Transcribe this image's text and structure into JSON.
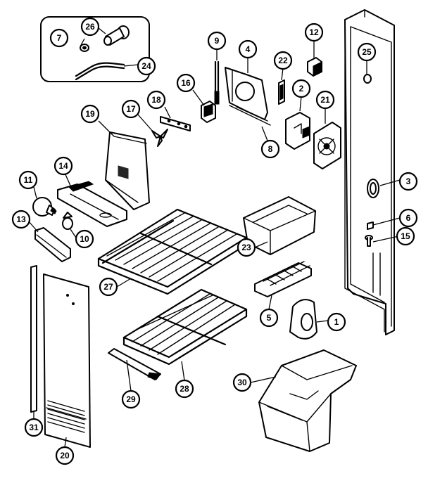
{
  "callouts": [
    {
      "id": "c1",
      "label": "1"
    },
    {
      "id": "c2",
      "label": "2"
    },
    {
      "id": "c3",
      "label": "3"
    },
    {
      "id": "c4",
      "label": "4"
    },
    {
      "id": "c6",
      "label": "6"
    },
    {
      "id": "c7",
      "label": "7"
    },
    {
      "id": "c8",
      "label": "8"
    },
    {
      "id": "c9",
      "label": "9"
    },
    {
      "id": "c10",
      "label": "10"
    },
    {
      "id": "c11",
      "label": "11"
    },
    {
      "id": "c12",
      "label": "12"
    },
    {
      "id": "c13",
      "label": "13"
    },
    {
      "id": "c14",
      "label": "14"
    },
    {
      "id": "c15",
      "label": "15"
    },
    {
      "id": "c16",
      "label": "16"
    },
    {
      "id": "c17",
      "label": "17"
    },
    {
      "id": "c18",
      "label": "18"
    },
    {
      "id": "c19",
      "label": "19"
    },
    {
      "id": "c20",
      "label": "20"
    },
    {
      "id": "c21",
      "label": "21"
    },
    {
      "id": "c22",
      "label": "22"
    },
    {
      "id": "c23",
      "label": "23"
    },
    {
      "id": "c24",
      "label": "24"
    },
    {
      "id": "c25",
      "label": "25"
    },
    {
      "id": "c26",
      "label": "26"
    },
    {
      "id": "c27",
      "label": "27"
    },
    {
      "id": "c28",
      "label": "28"
    },
    {
      "id": "c29",
      "label": "29"
    },
    {
      "id": "c30",
      "label": "30"
    },
    {
      "id": "c31",
      "label": "31"
    },
    {
      "id": "c5",
      "label": "5"
    }
  ]
}
